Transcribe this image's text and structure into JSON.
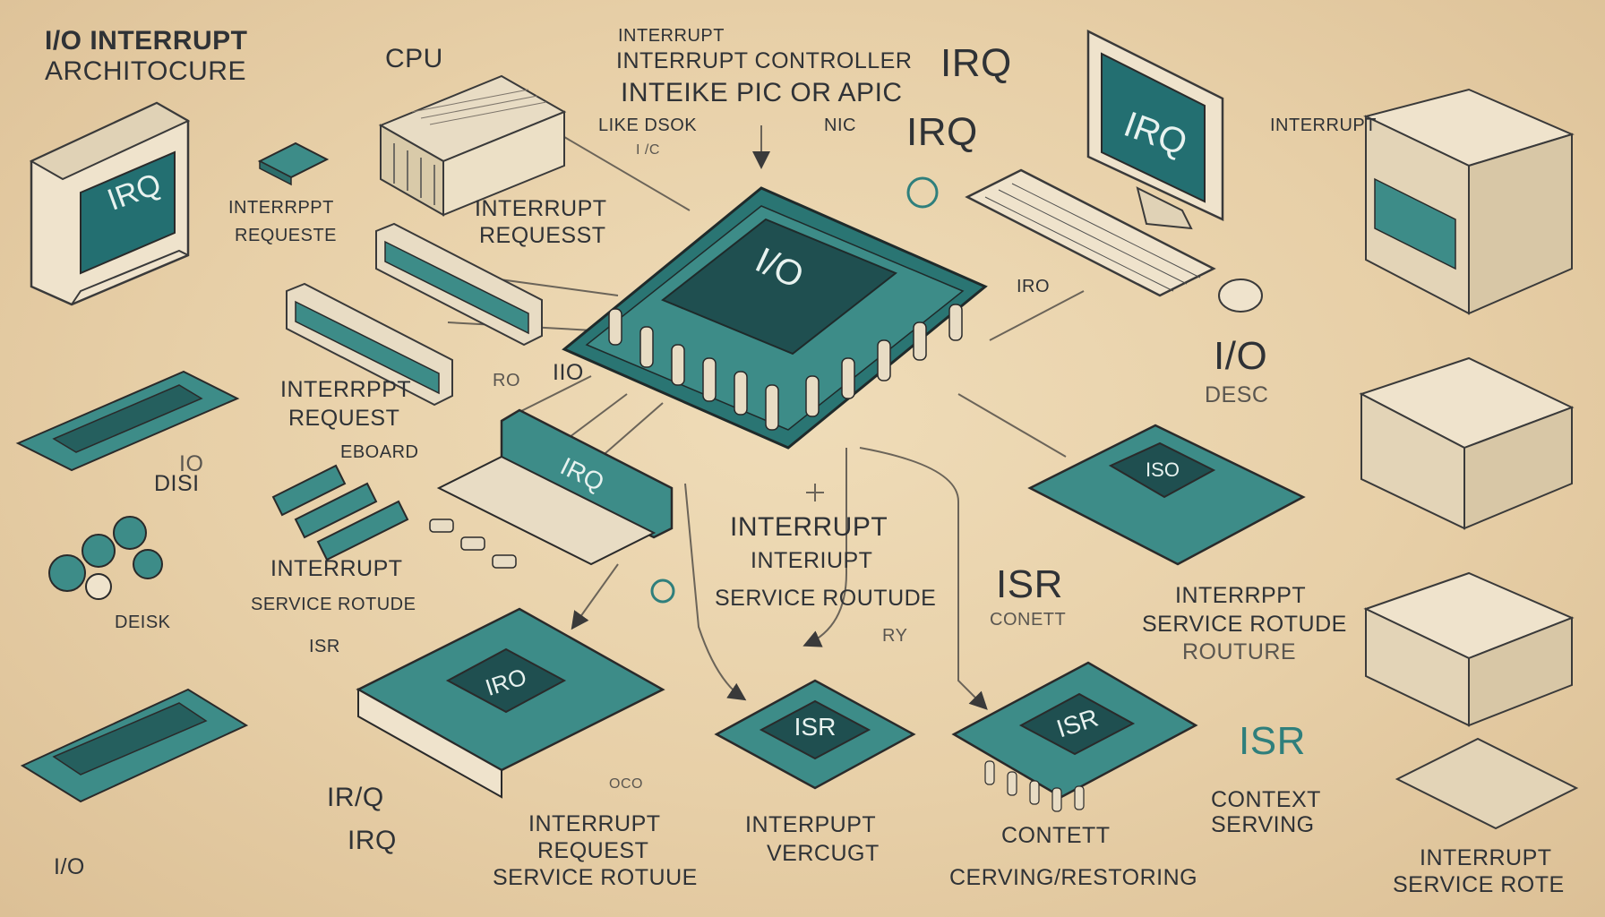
{
  "labels": {
    "title_line1": "I/O INTERRUPT",
    "title_line2": "ARCHITOCURE",
    "cpu": "CPU",
    "top_interrupt": "INTERRUPT",
    "top_controller": "INTERRUPT CONTROLLER",
    "top_irq_big": "IRQ",
    "top_pic": "INTEIKE PIC OR APIC",
    "like_desk": "LIKE DSOK",
    "nic": "NIC",
    "irq_mid": "IRQ",
    "io_small": "I /C",
    "interrupt_request_a1": "INTERRPPT",
    "interrupt_request_a2": "REQUESTE",
    "interrupt_request_b1": "INTERRUPT",
    "interrupt_request_b2": "REQUESST",
    "interrupt_right": "INTERRUPT",
    "iro_small": "IRO",
    "io_right1": "I/O",
    "io_right2": "DESC",
    "ro": "RO",
    "iio": "IIO",
    "interrupt_req_c1": "INTERRPPT",
    "interrupt_req_c2": "REQUEST",
    "keyboard": "EBOARD",
    "disk_io": "IO",
    "disk_label": "DISI",
    "deisk": "DEISK",
    "isr_service1": "INTERRUPT",
    "isr_service2": "SERVICE ROTUDE",
    "isr_left": "ISR",
    "center_line1": "INTERRUPT",
    "center_line2": "INTERIUPT",
    "center_line3": "SERVICE ROUTUDE",
    "ry": "RY",
    "isr_big": "ISR",
    "conett": "CONETT",
    "right_service1": "INTERRPPT",
    "right_service2": "SERVICE ROTUDE",
    "right_service3": "ROUTURE",
    "isr_teal": "ISR",
    "irq_bottom1": "IR/Q",
    "irq_bottom2": "IRQ",
    "oco": "OCO",
    "bottom_req1": "INTERRUPT",
    "bottom_req2": "REQUEST",
    "bottom_req3": "SERVICE ROTUUE",
    "bottom_vec1": "INTERPUPT",
    "bottom_vec2": "VERCUGT",
    "bottom_ctx1": "CONTETT",
    "bottom_ctx2": "CERVING/RESTORING",
    "context_r1": "CONTEXT",
    "context_r2": "SERVING",
    "br_service1": "INTERRUPT",
    "br_service2": "SERVICE ROTE",
    "io_bottom": "I/O"
  },
  "chips": {
    "monitor_left": "IRQ",
    "monitor_right": "IRQ",
    "center_chip": "I/O",
    "irq_bar": "IRQ",
    "iso_chip": "ISO",
    "bottom_left_chip": "IRO",
    "bottom_mid_chip": "ISR",
    "bottom_right_chip": "ISR"
  },
  "colors": {
    "background": "#e6cfa8",
    "teal": "#2f7f7c",
    "board": "#3d8c88",
    "ink": "#2f3236",
    "beige": "#efe3cc"
  }
}
